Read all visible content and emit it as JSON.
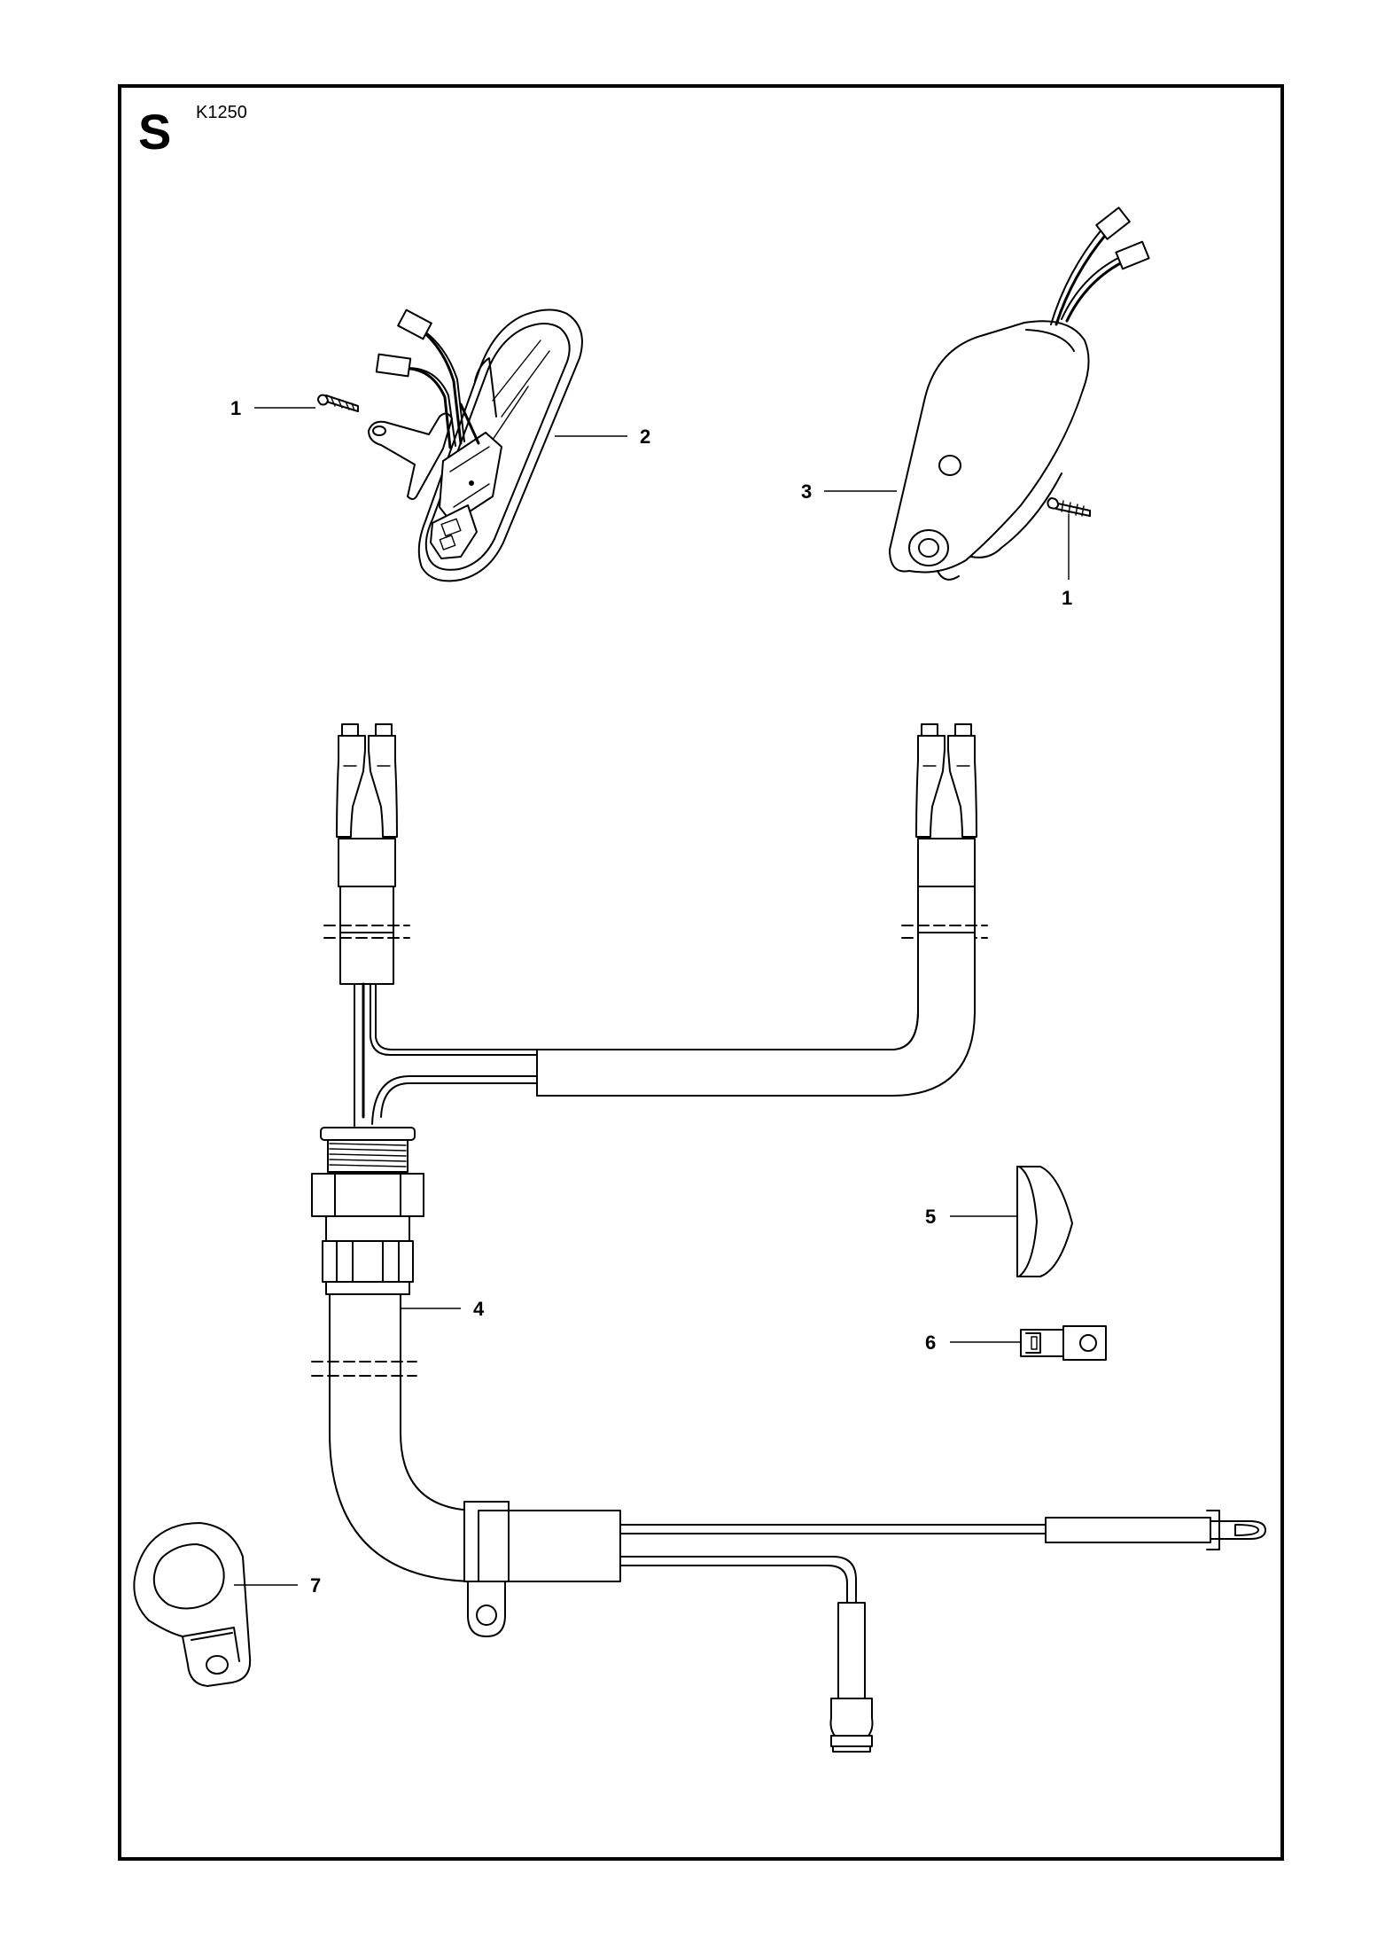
{
  "header": {
    "section": "S",
    "model": "K1250"
  },
  "callouts": {
    "screw_left": "1",
    "switch_housing": "2",
    "cover": "3",
    "cable_harness": "4",
    "grommet": "5",
    "cable_terminal": "6",
    "cable_clamp": "7",
    "screw_right": "1"
  }
}
